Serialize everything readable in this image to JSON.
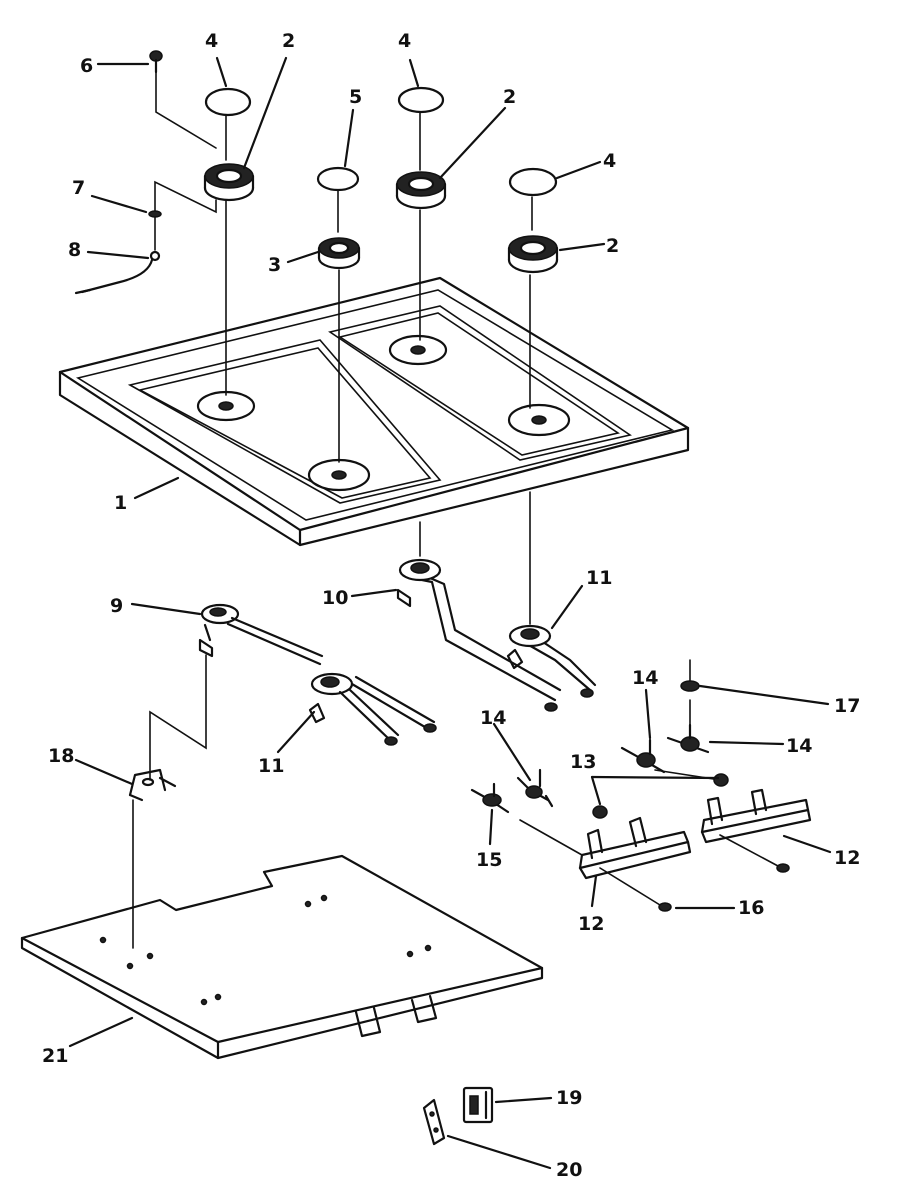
{
  "diagram": {
    "colors": {
      "ink": "#111111",
      "paper": "#ffffff"
    },
    "callouts": [
      {
        "id": "c6",
        "label": "6"
      },
      {
        "id": "c4a",
        "label": "4"
      },
      {
        "id": "c2a",
        "label": "2"
      },
      {
        "id": "c4b",
        "label": "4"
      },
      {
        "id": "c5",
        "label": "5"
      },
      {
        "id": "c2b",
        "label": "2"
      },
      {
        "id": "c7",
        "label": "7"
      },
      {
        "id": "c4c",
        "label": "4"
      },
      {
        "id": "c8",
        "label": "8"
      },
      {
        "id": "c3",
        "label": "3"
      },
      {
        "id": "c2c",
        "label": "2"
      },
      {
        "id": "c1",
        "label": "1"
      },
      {
        "id": "c10",
        "label": "10"
      },
      {
        "id": "c11a",
        "label": "11"
      },
      {
        "id": "c9",
        "label": "9"
      },
      {
        "id": "c14a",
        "label": "14"
      },
      {
        "id": "c17",
        "label": "17"
      },
      {
        "id": "c14b",
        "label": "14"
      },
      {
        "id": "c14c",
        "label": "14"
      },
      {
        "id": "c11b",
        "label": "11"
      },
      {
        "id": "c18",
        "label": "18"
      },
      {
        "id": "c13",
        "label": "13"
      },
      {
        "id": "c15",
        "label": "15"
      },
      {
        "id": "c12a",
        "label": "12"
      },
      {
        "id": "c16",
        "label": "16"
      },
      {
        "id": "c12b",
        "label": "12"
      },
      {
        "id": "c21",
        "label": "21"
      },
      {
        "id": "c19",
        "label": "19"
      },
      {
        "id": "c20",
        "label": "20"
      }
    ]
  }
}
